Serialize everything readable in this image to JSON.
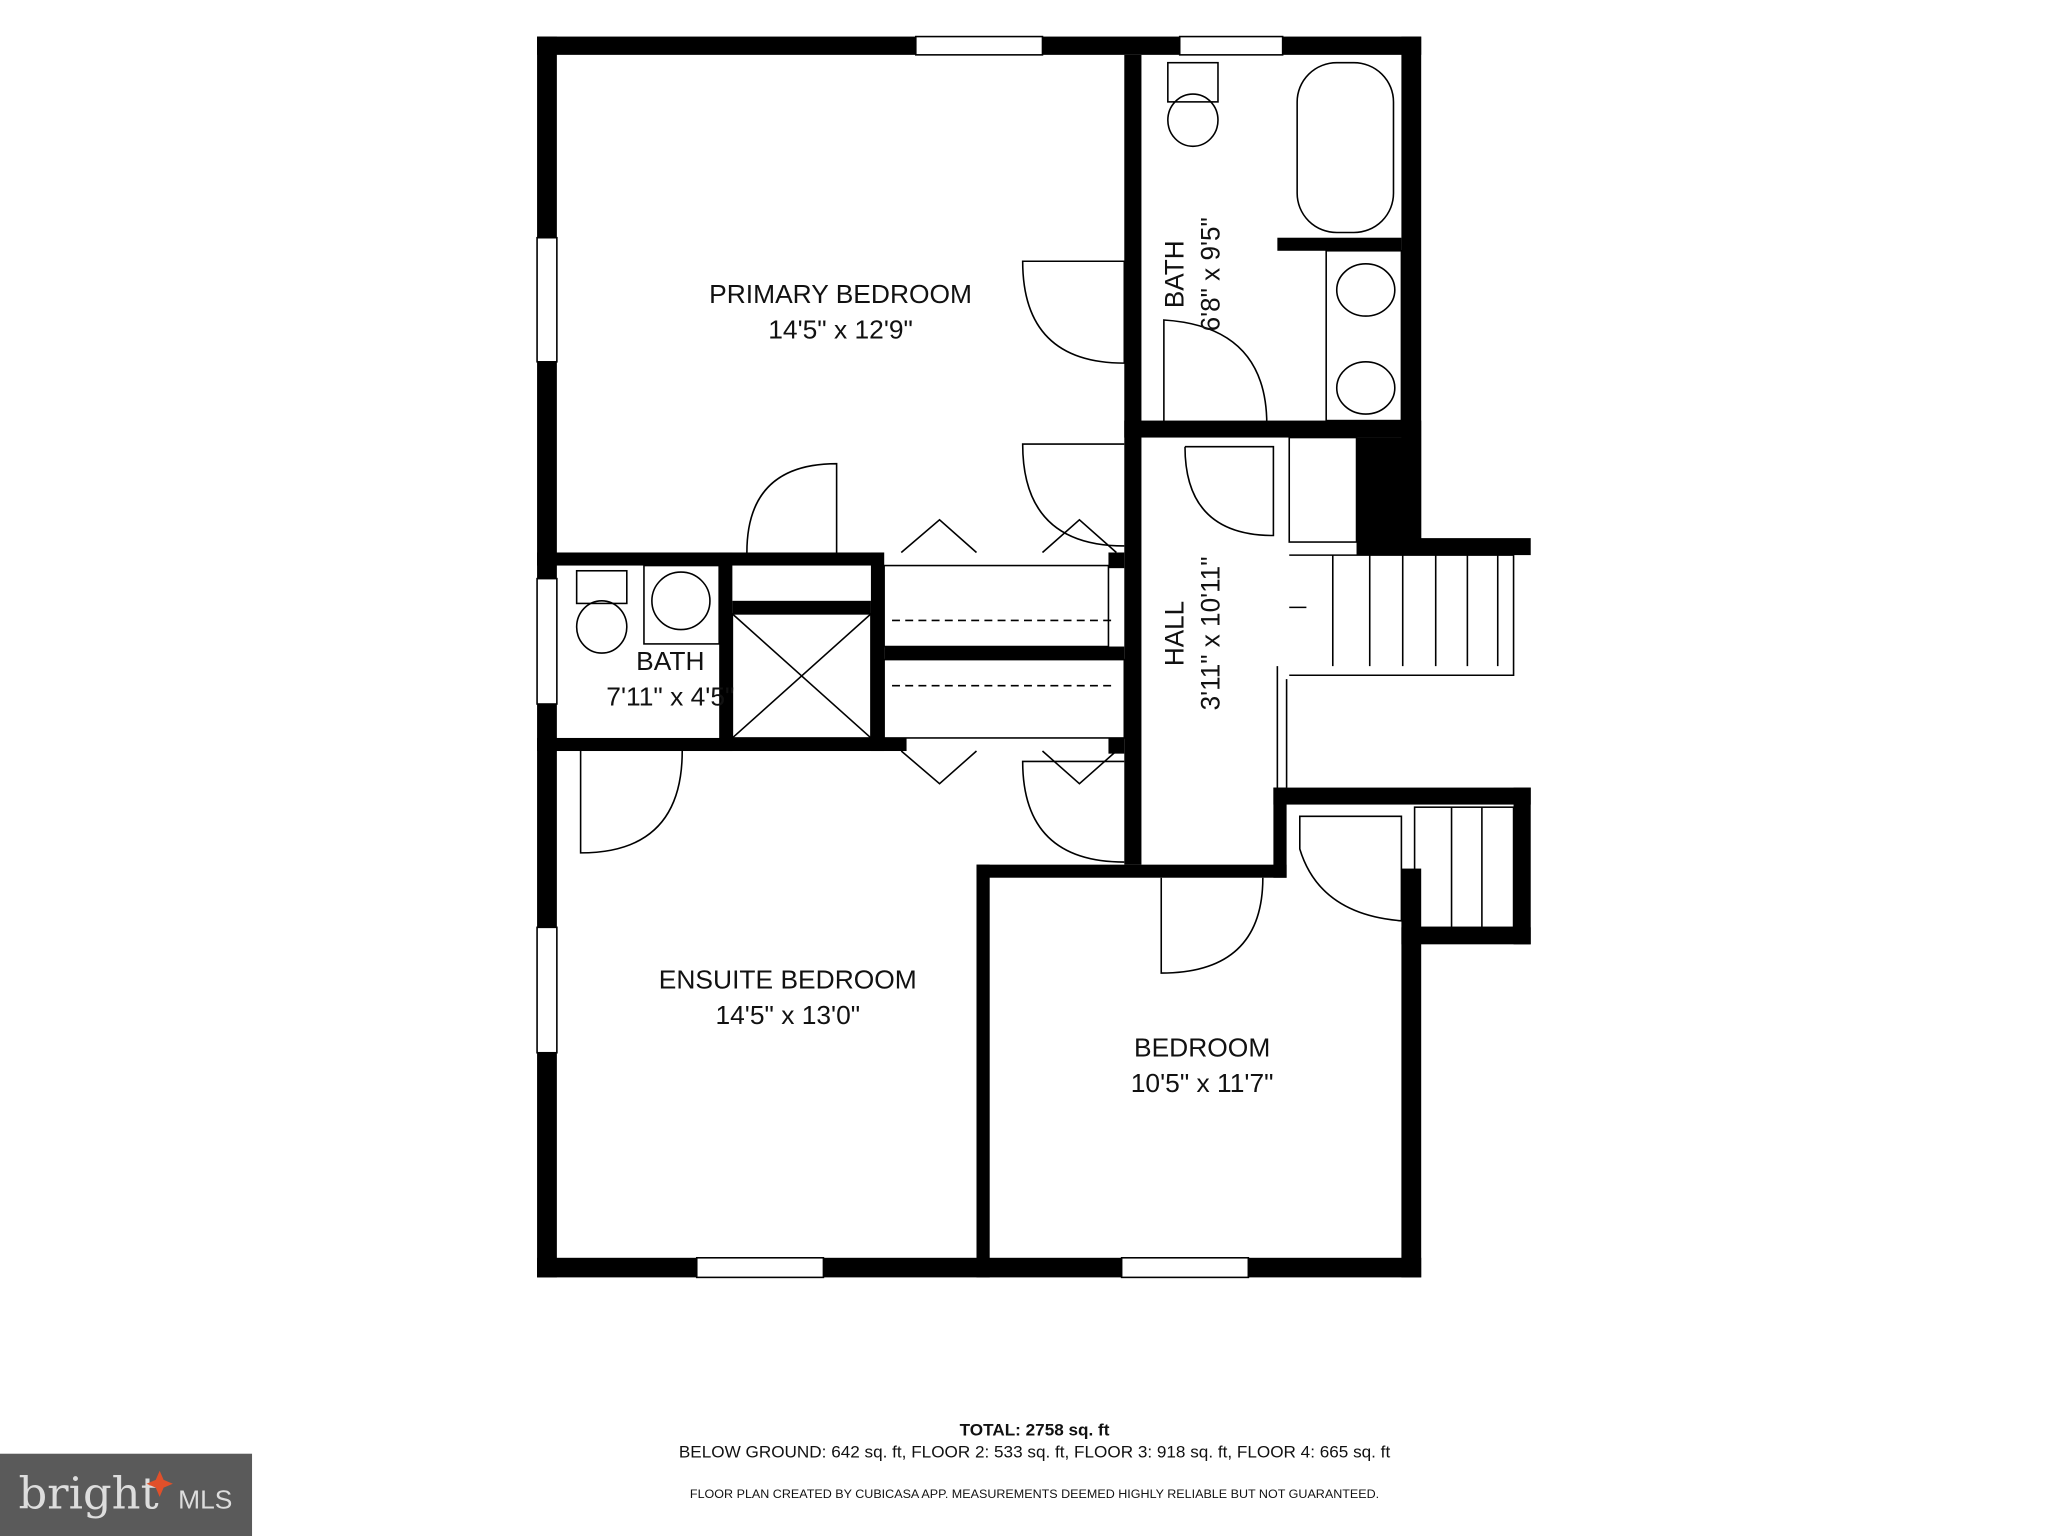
{
  "rooms": {
    "primary_bedroom": {
      "name": "PRIMARY BEDROOM",
      "size": "14'5\" x 12'9\""
    },
    "bath_upper": {
      "name": "BATH",
      "size": "6'8\" x 9'5\""
    },
    "bath_left": {
      "name": "BATH",
      "size": "7'11\" x 4'5\""
    },
    "hall": {
      "name": "HALL",
      "size": "3'11\" x 10'11\""
    },
    "ensuite_bedroom": {
      "name": "ENSUITE BEDROOM",
      "size": "14'5\" x 13'0\""
    },
    "bedroom": {
      "name": "BEDROOM",
      "size": "10'5\" x 11'7\""
    }
  },
  "footer": {
    "total": "TOTAL: 2758 sq. ft",
    "breakdown": "BELOW GROUND: 642 sq. ft, FLOOR 2: 533 sq. ft, FLOOR 3: 918 sq. ft, FLOOR 4: 665 sq. ft",
    "disclaimer": "FLOOR PLAN CREATED BY CUBICASA APP. MEASUREMENTS DEEMED HIGHLY RELIABLE BUT NOT GUARANTEED."
  },
  "logo": {
    "text": "bright",
    "suffix": "MLS",
    "bg_color": "#5a5a5a",
    "accent_color": "#e0502a"
  }
}
